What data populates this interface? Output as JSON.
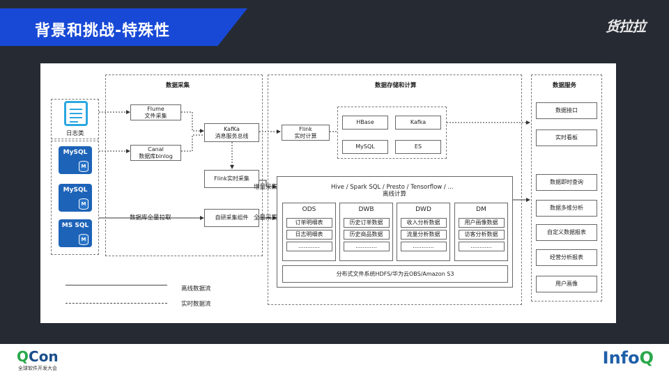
{
  "header": {
    "title": "背景和挑战-特殊性",
    "brand": "货拉拉"
  },
  "sections": {
    "collect": "数据采集",
    "storage": "数据存储和计算",
    "service": "数据服务"
  },
  "sources": {
    "logs_label": "日志类",
    "db1": "MySQL",
    "db2": "MySQL",
    "db3": "MS SQL",
    "cyl_letter": "M"
  },
  "collect": {
    "flume_l1": "Flume",
    "flume_l2": "文件采集",
    "canal_l1": "Canal",
    "canal_l2": "数据库binlog",
    "kafka_l1": "KafKa",
    "kafka_l2": "消息服务总线",
    "flink_collect": "Flink实时采集",
    "self_collect": "自研采集组件",
    "full_pull": "数据库全量拉取",
    "incr": "增量采集",
    "full": "全量采集"
  },
  "compute": {
    "flink_l1": "Flink",
    "flink_l2": "实时计算",
    "stores": [
      "HBase",
      "Kafka",
      "MySQL",
      "ES"
    ],
    "offline_l1": "Hive  /  Spark SQL  /  Presto  /  Tensorflow  /  ...",
    "offline_l2": "离线计算",
    "layers": [
      {
        "name": "ODS",
        "items": [
          "订单明细表",
          "日志明细表",
          "............"
        ]
      },
      {
        "name": "DWB",
        "items": [
          "历史订单数据",
          "历史商品数据",
          "............"
        ]
      },
      {
        "name": "DWD",
        "items": [
          "收入分析数据",
          "流量分析数据",
          "............"
        ]
      },
      {
        "name": "DM",
        "items": [
          "用户画像数据",
          "访客分析数据",
          "............"
        ]
      }
    ],
    "fs": "分布式文件系统HDFS/华为云OBS/Amazon S3"
  },
  "services": [
    "数据接口",
    "实时看板",
    "数据即时查询",
    "数据多维分析",
    "自定义数据报表",
    "经营分析报表",
    "用户画像"
  ],
  "legend": {
    "offline": "离线数据流",
    "realtime": "实时数据流"
  },
  "footer": {
    "qcon_q": "Q",
    "qcon_rest": "Con",
    "qcon_sub": "全球软件开发大会",
    "infoq_main": "Info",
    "infoq_q": "Q"
  }
}
